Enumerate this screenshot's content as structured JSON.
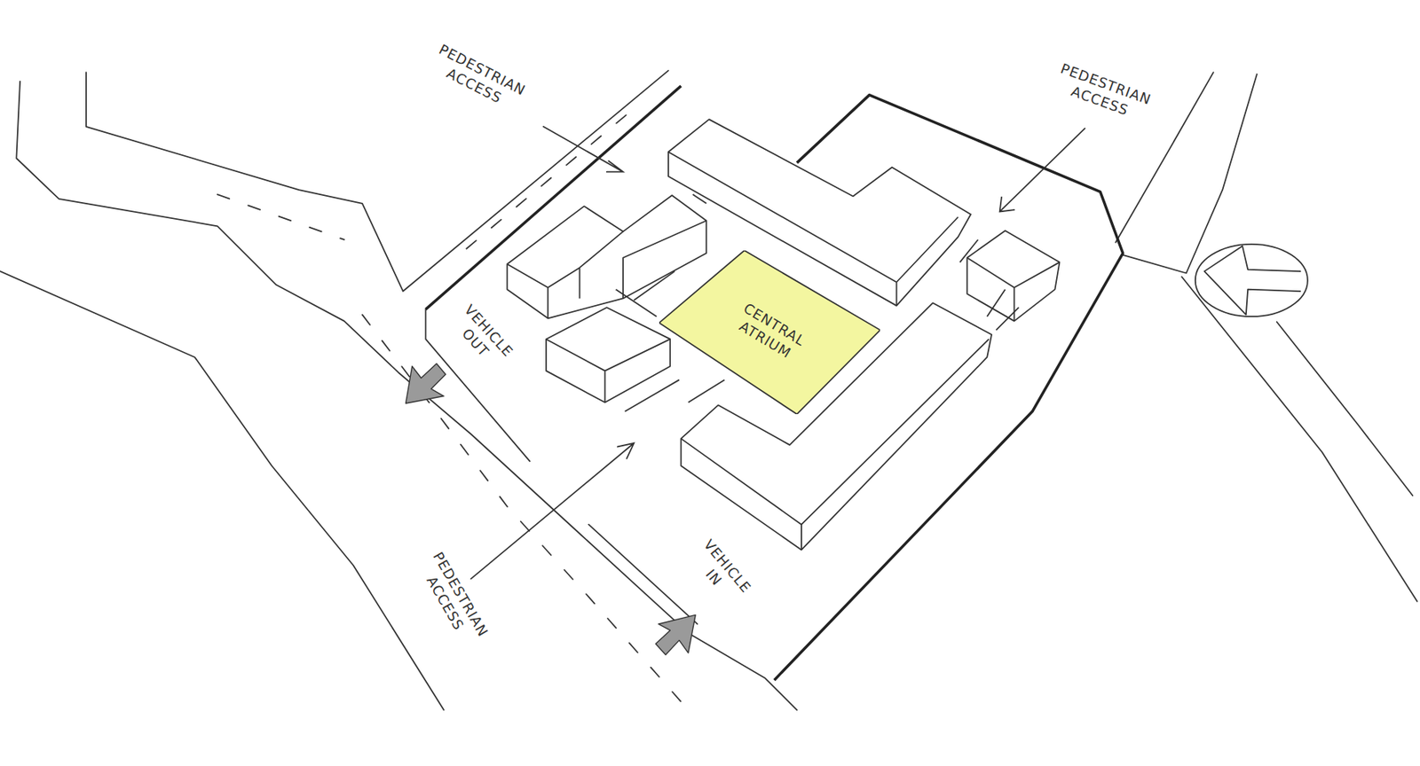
{
  "diagram": {
    "nodes": [
      {
        "text": [
          "CENTRAL ATRIUM"
        ]
      }
    ],
    "labels": [
      "PEDESTRIAN ACCESS",
      "PEDESTRIAN ACCESS",
      "VEHICLE OUT",
      "PEDESTRIAN ACCESS",
      "VEHICLE IN"
    ]
  }
}
